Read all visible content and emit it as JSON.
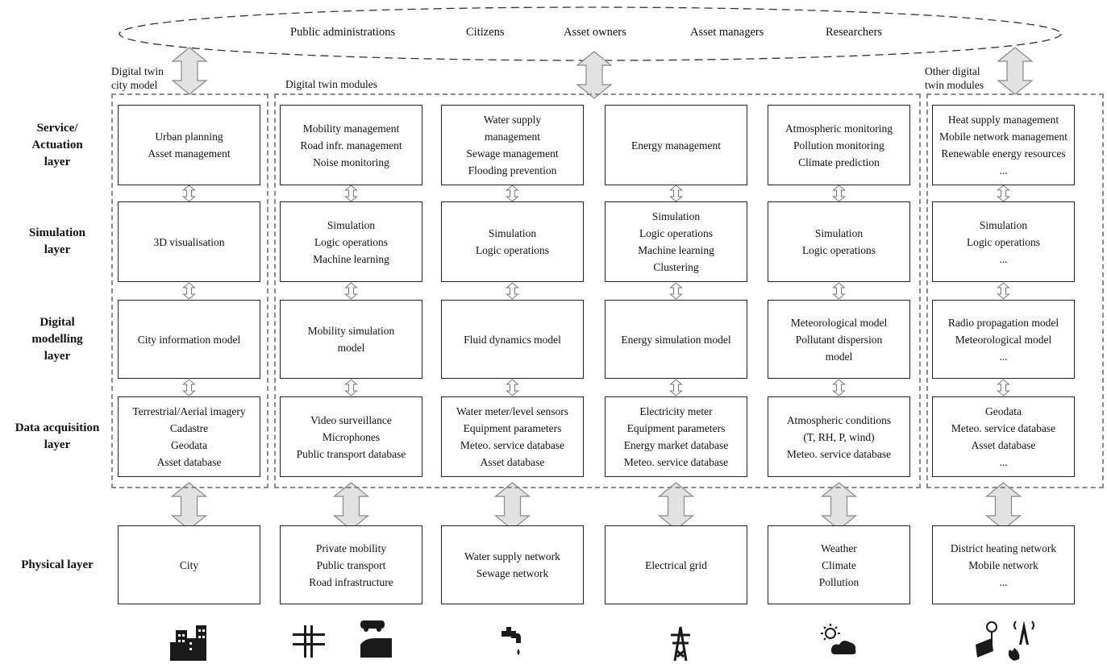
{
  "stakeholders": [
    "Public administrations",
    "Citizens",
    "Asset owners",
    "Asset managers",
    "Researchers"
  ],
  "captions": {
    "city_model": [
      "Digital twin",
      "city model"
    ],
    "modules": "Digital twin modules",
    "other": [
      "Other digital",
      "twin modules"
    ]
  },
  "rows": {
    "service": [
      "Service/",
      "Actuation",
      "layer"
    ],
    "simulation": [
      "Simulation",
      "layer"
    ],
    "modelling": [
      "Digital",
      "modelling",
      "layer"
    ],
    "acquisition": [
      "Data acquisition",
      "layer"
    ],
    "physical": [
      "Physical layer"
    ]
  },
  "columns": [
    {
      "service": [
        "Urban planning",
        "Asset management"
      ],
      "simulation": [
        "3D visualisation"
      ],
      "modelling": [
        "City information model"
      ],
      "acquisition": [
        "Terrestrial/Aerial imagery",
        "Cadastre",
        "Geodata",
        "Asset database"
      ],
      "physical": [
        "City"
      ],
      "icon": "city-buildings-icon"
    },
    {
      "service": [
        "Mobility management",
        "Road infr. management",
        "Noise monitoring"
      ],
      "simulation": [
        "Simulation",
        "Logic operations",
        "Machine learning"
      ],
      "modelling": [
        "Mobility simulation",
        "model"
      ],
      "acquisition": [
        "Video surveillance",
        "Microphones",
        "Public transport database"
      ],
      "physical": [
        "Private mobility",
        "Public transport",
        "Road infrastructure"
      ],
      "icon": "mobility-icon"
    },
    {
      "service": [
        "Water supply",
        "management",
        "Sewage management",
        "Flooding prevention"
      ],
      "simulation": [
        "Simulation",
        "Logic operations"
      ],
      "modelling": [
        "Fluid dynamics model"
      ],
      "acquisition": [
        "Water meter/level sensors",
        "Equipment parameters",
        "Meteo. service database",
        "Asset database"
      ],
      "physical": [
        "Water supply network",
        "Sewage network"
      ],
      "icon": "water-tap-icon"
    },
    {
      "service": [
        "Energy management"
      ],
      "simulation": [
        "Simulation",
        "Logic operations",
        "Machine learning",
        "Clustering"
      ],
      "modelling": [
        "Energy simulation model"
      ],
      "acquisition": [
        "Electricity meter",
        "Equipment parameters",
        "Energy market database",
        "Meteo. service database"
      ],
      "physical": [
        "Electrical grid"
      ],
      "icon": "power-tower-icon"
    },
    {
      "service": [
        "Atmospheric monitoring",
        "Pollution monitoring",
        "Climate prediction"
      ],
      "simulation": [
        "Simulation",
        "Logic operations"
      ],
      "modelling": [
        "Meteorological model",
        "Pollutant dispersion",
        "model"
      ],
      "acquisition": [
        "Atmospheric conditions",
        "(T, RH, P, wind)",
        "Meteo. service database"
      ],
      "physical": [
        "Weather",
        "Climate",
        "Pollution"
      ],
      "icon": "weather-icon"
    },
    {
      "service": [
        "Heat supply management",
        "Mobile network management",
        "Renewable energy resources",
        "..."
      ],
      "simulation": [
        "Simulation",
        "Logic operations",
        "..."
      ],
      "modelling": [
        "Radio propagation model",
        "Meteorological model",
        "..."
      ],
      "acquisition": [
        "Geodata",
        "Meteo. service database",
        "Asset database",
        "..."
      ],
      "physical": [
        "District heating network",
        "Mobile network",
        "..."
      ],
      "icon": "energy-telecom-icon"
    }
  ]
}
